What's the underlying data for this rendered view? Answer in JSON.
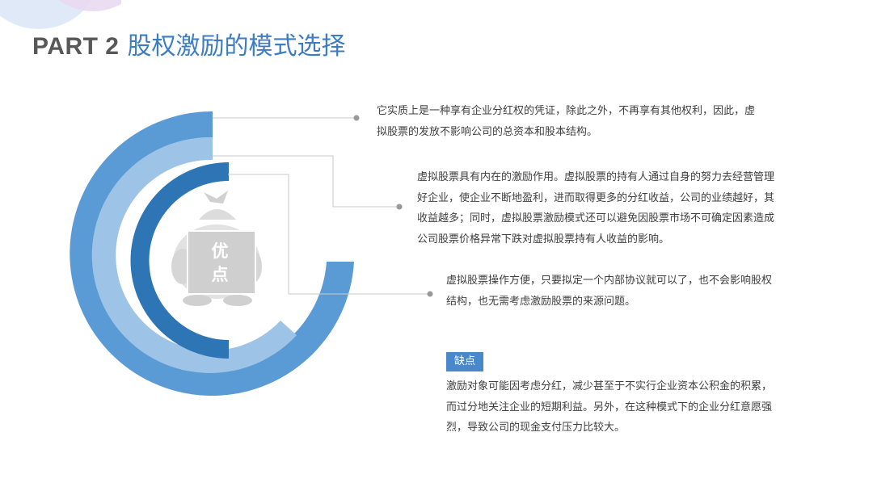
{
  "header": {
    "part_label": "PART 2",
    "title": "股权激励的模式选择"
  },
  "center_icon": {
    "label_line1": "优",
    "label_line2": "点",
    "icon": "bag-mascot-icon"
  },
  "advantages": [
    {
      "text": "它实质上是一种享有企业分红权的凭证，除此之外，不再享有其他权利，因此，虚拟股票的发放不影响公司的总资本和股本结构。"
    },
    {
      "text": "虚拟股票具有内在的激励作用。虚拟股票的持有人通过自身的努力去经营管理好企业，使企业不断地盈利，进而取得更多的分红收益，公司的业绩越好，其收益越多；同时，虚拟股票激励模式还可以避免因股票市场不可确定因素造成公司股票价格异常下跌对虚拟股票持有人收益的影响。"
    },
    {
      "text": "虚拟股票操作方便，只要拟定一个内部协议就可以了，也不会影响股权结构，也无需考虑激励股票的来源问题。"
    }
  ],
  "disadvantage": {
    "badge": "缺点",
    "text": "激励对象可能因考虑分红，减少甚至于不实行企业资本公积金的积累，而过分地关注企业的短期利益。另外，在这种模式下的企业分红意愿强烈，导致公司的现金支付压力比较大。"
  },
  "colors": {
    "outer_ring": "#5b9bd5",
    "middle_ring": "#9dc3e6",
    "inner_ring": "#2e75b6",
    "title_accent": "#3b7cc4",
    "badge_bg": "#4a88cc",
    "connector": "#c8c8c8",
    "connector_dot": "#999999",
    "icon_gray": "#d9d9d9"
  }
}
